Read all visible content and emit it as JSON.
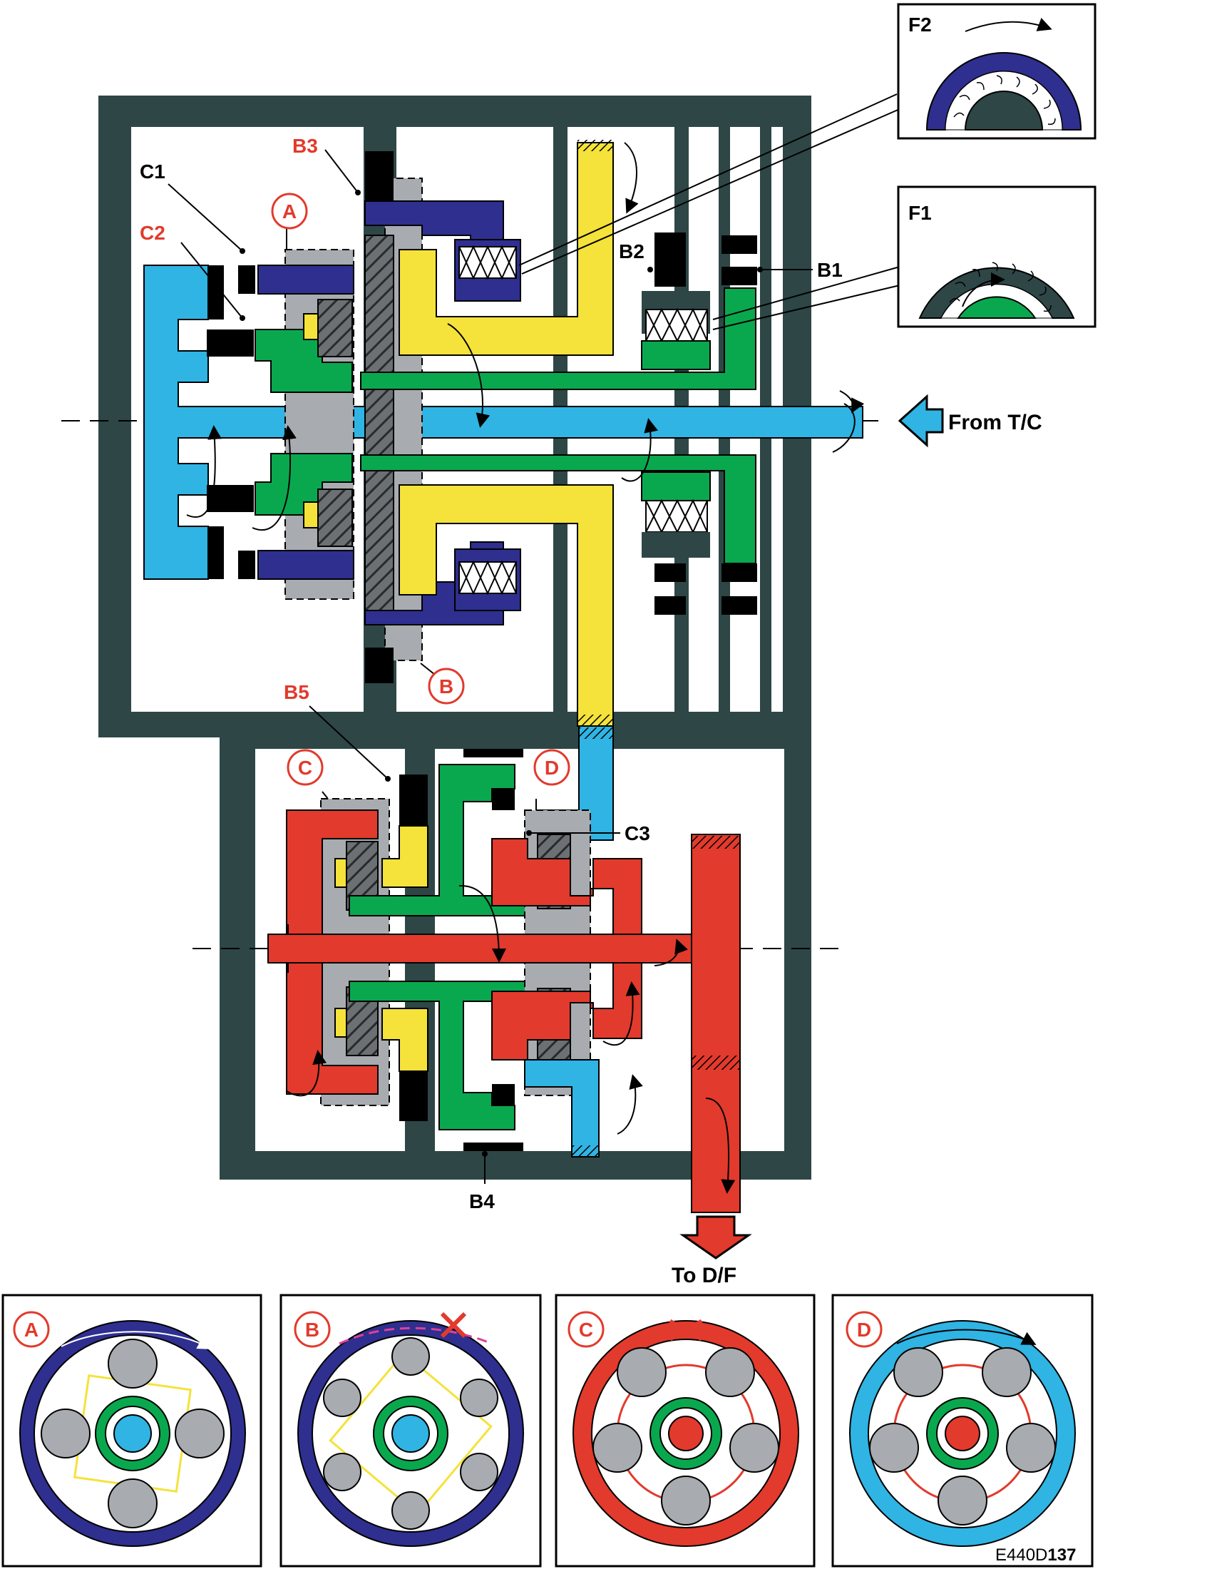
{
  "colors": {
    "case": "#2e4646",
    "yellow": "#f5e23a",
    "blue": "#2fb4e3",
    "green": "#0aa84e",
    "navy": "#2e2f8f",
    "red": "#e23a2c",
    "gray": "#a8acb0",
    "black": "#000000",
    "label_red": "#e23a2c",
    "magenta": "#e0409a"
  },
  "labels": {
    "c1": "C1",
    "c2": "C2",
    "b3": "B3",
    "b2": "B2",
    "b1": "B1",
    "b5": "B5",
    "c3": "C3",
    "b4": "B4",
    "f1": "F1",
    "f2": "F2",
    "circle_a": "A",
    "circle_b": "B",
    "circle_c": "C",
    "circle_d": "D",
    "from_tc": "From T/C",
    "to_df": "To D/F",
    "figure_id_prefix": "E440D",
    "figure_id_number": "137"
  },
  "insets": [
    {
      "id": "A",
      "ring": "navy",
      "planets": 4,
      "sun": "blue"
    },
    {
      "id": "B",
      "ring": "navy",
      "planets": 6,
      "sun": "blue"
    },
    {
      "id": "C",
      "ring": "red",
      "planets": 5,
      "sun": "red"
    },
    {
      "id": "D",
      "ring": "blue",
      "planets": 5,
      "sun": "red"
    }
  ]
}
